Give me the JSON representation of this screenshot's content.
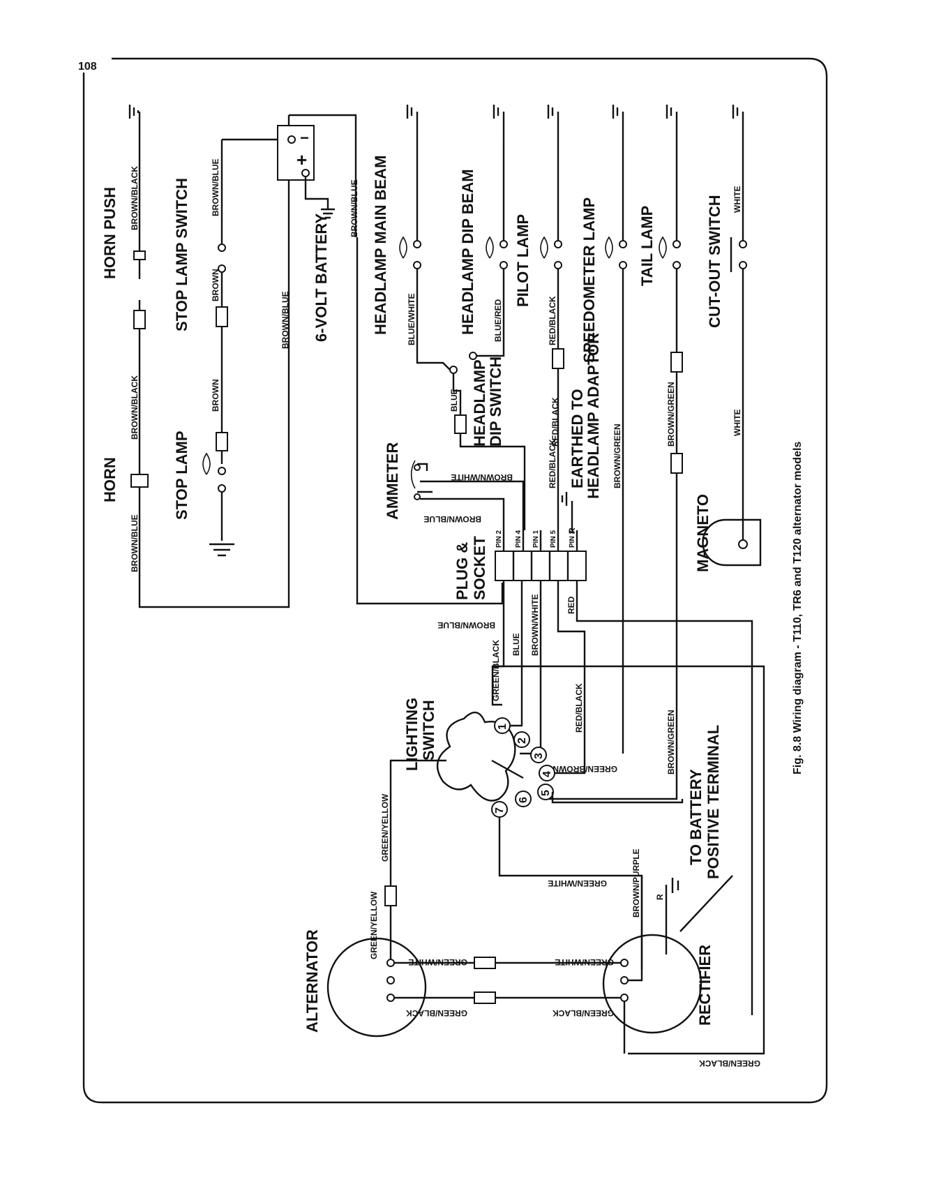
{
  "page_number": "108",
  "caption": "Fig. 8.8 Wiring diagram - T110, TR6 and T120 alternator models",
  "components": {
    "horn": "HORN",
    "horn_push": "HORN PUSH",
    "stop_lamp": "STOP LAMP",
    "stop_lamp_switch": "STOP LAMP SWITCH",
    "battery": "6-VOLT BATTERY",
    "headlamp_main_beam": "HEADLAMP MAIN BEAM",
    "headlamp_dip_beam": "HEADLAMP DIP BEAM",
    "pilot_lamp": "PILOT LAMP",
    "speedometer_lamp": "SPEEDOMETER LAMP",
    "tail_lamp": "TAIL LAMP",
    "cutout_switch": "CUT-OUT SWITCH",
    "headlamp_dip_switch_1": "HEADLAMP",
    "headlamp_dip_switch_2": "DIP SWITCH",
    "earthed_1": "EARTHED TO",
    "earthed_2": "HEADLAMP ADAPTOR",
    "ammeter": "AMMETER",
    "plug_socket_1": "PLUG &",
    "plug_socket_2": "SOCKET",
    "magneto": "MAGNETO",
    "lighting_switch_1": "LIGHTING",
    "lighting_switch_2": "SWITCH",
    "to_battery_1": "TO BATTERY",
    "to_battery_2": "POSITIVE TERMINAL",
    "alternator": "ALTERNATOR",
    "rectifier": "RECTIFIER"
  },
  "pins": [
    "PIN 2",
    "PIN 4",
    "PIN 1",
    "PIN 5",
    "PIN 3"
  ],
  "switch_terminals": [
    "1",
    "2",
    "3",
    "4",
    "5",
    "6",
    "7"
  ],
  "wires": {
    "brown_blue": "BROWN/BLUE",
    "brown_black": "BROWN/BLACK",
    "brown": "BROWN",
    "blue_white": "BLUE/WHITE",
    "blue_red": "BLUE/RED",
    "red_black": "RED/BLACK",
    "blue": "BLUE",
    "white": "WHITE",
    "brown_white": "BROWN/WHITE",
    "brown_green": "BROWN/GREEN",
    "red": "RED",
    "green_black": "GREEN/BLACK",
    "green_yellow": "GREEN/YELLOW",
    "green_white": "GREEN/WHITE",
    "brown_purple": "BROWN/PURPLE",
    "green_brown": "GREEN/BROWN",
    "r": "R"
  }
}
